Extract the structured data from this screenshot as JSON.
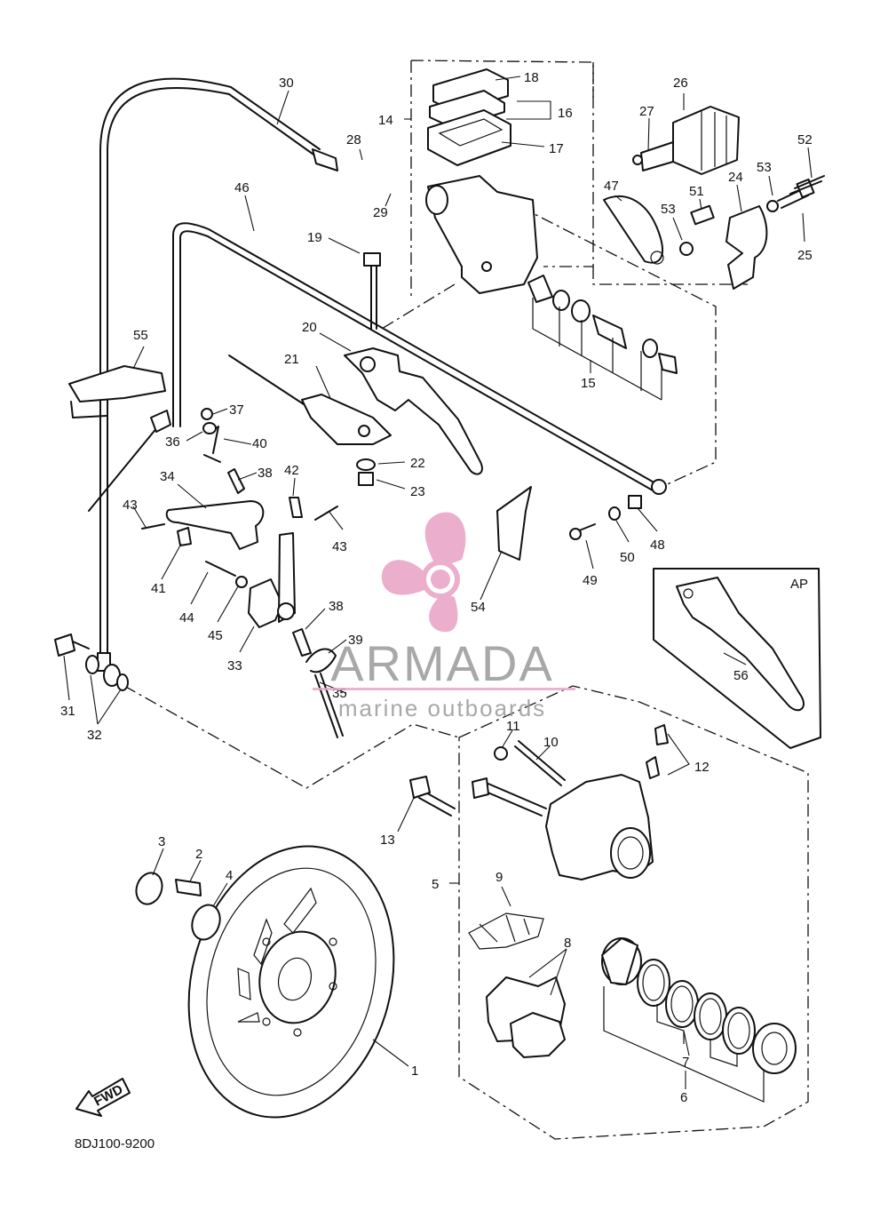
{
  "callouts": [
    {
      "id": "c1",
      "label": "1"
    },
    {
      "id": "c2",
      "label": "2"
    },
    {
      "id": "c3",
      "label": "3"
    },
    {
      "id": "c4",
      "label": "4"
    },
    {
      "id": "c5",
      "label": "5"
    },
    {
      "id": "c6",
      "label": "6"
    },
    {
      "id": "c7",
      "label": "7"
    },
    {
      "id": "c8",
      "label": "8"
    },
    {
      "id": "c9",
      "label": "9"
    },
    {
      "id": "c10",
      "label": "10"
    },
    {
      "id": "c11",
      "label": "11"
    },
    {
      "id": "c12",
      "label": "12"
    },
    {
      "id": "c13",
      "label": "13"
    },
    {
      "id": "c14",
      "label": "14"
    },
    {
      "id": "c15",
      "label": "15"
    },
    {
      "id": "c16",
      "label": "16"
    },
    {
      "id": "c17",
      "label": "17"
    },
    {
      "id": "c18",
      "label": "18"
    },
    {
      "id": "c19",
      "label": "19"
    },
    {
      "id": "c20",
      "label": "20"
    },
    {
      "id": "c21",
      "label": "21"
    },
    {
      "id": "c22",
      "label": "22"
    },
    {
      "id": "c23",
      "label": "23"
    },
    {
      "id": "c24",
      "label": "24"
    },
    {
      "id": "c25",
      "label": "25"
    },
    {
      "id": "c26",
      "label": "26"
    },
    {
      "id": "c27",
      "label": "27"
    },
    {
      "id": "c28",
      "label": "28"
    },
    {
      "id": "c29",
      "label": "29"
    },
    {
      "id": "c30",
      "label": "30"
    },
    {
      "id": "c31",
      "label": "31"
    },
    {
      "id": "c32",
      "label": "32"
    },
    {
      "id": "c33",
      "label": "33"
    },
    {
      "id": "c34",
      "label": "34"
    },
    {
      "id": "c35",
      "label": "35"
    },
    {
      "id": "c36",
      "label": "36"
    },
    {
      "id": "c37",
      "label": "37"
    },
    {
      "id": "c38a",
      "label": "38"
    },
    {
      "id": "c38b",
      "label": "38"
    },
    {
      "id": "c39",
      "label": "39"
    },
    {
      "id": "c40",
      "label": "40"
    },
    {
      "id": "c41",
      "label": "41"
    },
    {
      "id": "c42",
      "label": "42"
    },
    {
      "id": "c43a",
      "label": "43"
    },
    {
      "id": "c43b",
      "label": "43"
    },
    {
      "id": "c44",
      "label": "44"
    },
    {
      "id": "c45",
      "label": "45"
    },
    {
      "id": "c46",
      "label": "46"
    },
    {
      "id": "c47",
      "label": "47"
    },
    {
      "id": "c48",
      "label": "48"
    },
    {
      "id": "c49",
      "label": "49"
    },
    {
      "id": "c50",
      "label": "50"
    },
    {
      "id": "c51",
      "label": "51"
    },
    {
      "id": "c52",
      "label": "52"
    },
    {
      "id": "c53a",
      "label": "53"
    },
    {
      "id": "c53b",
      "label": "53"
    },
    {
      "id": "c54",
      "label": "54"
    },
    {
      "id": "c55",
      "label": "55"
    },
    {
      "id": "c56",
      "label": "56"
    }
  ],
  "ap_label": "AP",
  "fwd_label": "FWD",
  "diagram_code": "8DJ100-9200",
  "watermark": {
    "brand": "ARMADA",
    "tagline": "marine outboards",
    "color": "#e9a6c8"
  }
}
